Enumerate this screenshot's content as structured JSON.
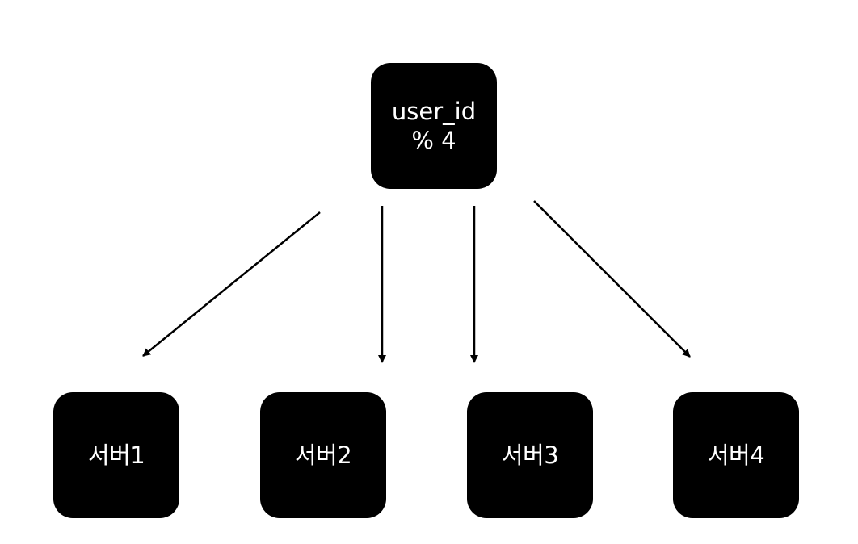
{
  "root": {
    "line1": "user_id",
    "line2": "% 4"
  },
  "servers": [
    {
      "label": "서버1"
    },
    {
      "label": "서버2"
    },
    {
      "label": "서버3"
    },
    {
      "label": "서버4"
    }
  ],
  "colors": {
    "node_fill": "#000000",
    "node_text": "#ffffff",
    "edge": "#000000",
    "background": "#ffffff"
  }
}
